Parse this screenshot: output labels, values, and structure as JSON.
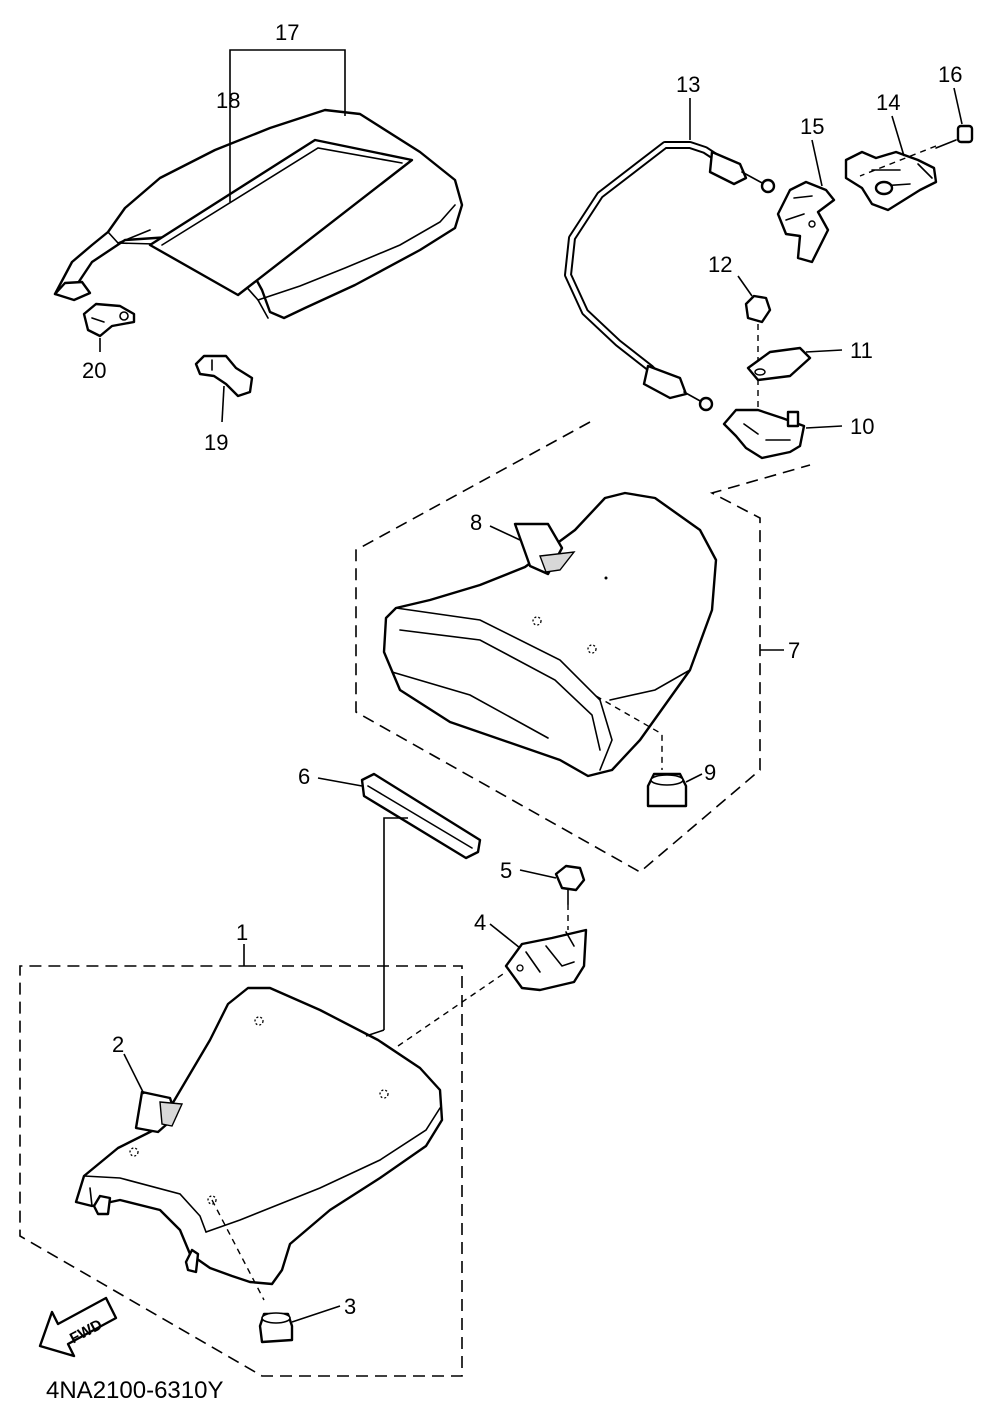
{
  "diagram": {
    "code": "4NA2100-6310Y",
    "fwd_label": "FWD",
    "callouts": [
      {
        "id": "1",
        "text": "1"
      },
      {
        "id": "2",
        "text": "2"
      },
      {
        "id": "3",
        "text": "3"
      },
      {
        "id": "4",
        "text": "4"
      },
      {
        "id": "5",
        "text": "5"
      },
      {
        "id": "6",
        "text": "6"
      },
      {
        "id": "7",
        "text": "7"
      },
      {
        "id": "8",
        "text": "8"
      },
      {
        "id": "9",
        "text": "9"
      },
      {
        "id": "10",
        "text": "10"
      },
      {
        "id": "11",
        "text": "11"
      },
      {
        "id": "12",
        "text": "12"
      },
      {
        "id": "13",
        "text": "13"
      },
      {
        "id": "14",
        "text": "14"
      },
      {
        "id": "15",
        "text": "15"
      },
      {
        "id": "16",
        "text": "16"
      },
      {
        "id": "17",
        "text": "17"
      },
      {
        "id": "18",
        "text": "18"
      },
      {
        "id": "19",
        "text": "19"
      },
      {
        "id": "20",
        "text": "20"
      }
    ]
  }
}
